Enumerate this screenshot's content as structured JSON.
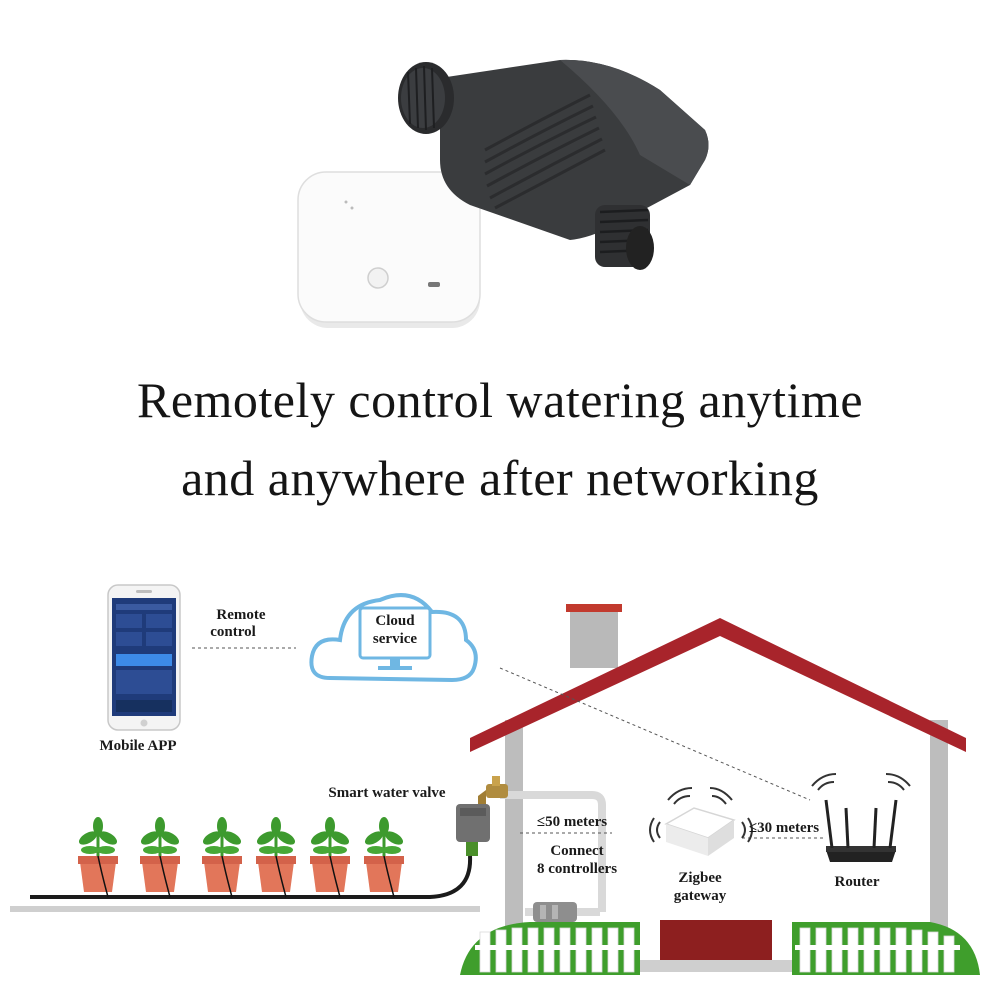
{
  "headline": {
    "line1": "Remotely control watering anytime",
    "line2": "and anywhere after networking"
  },
  "diagram": {
    "mobile_app": "Mobile APP",
    "remote_control_1": "Remote",
    "remote_control_2": "control",
    "cloud_1": "Cloud",
    "cloud_2": "service",
    "smart_valve": "Smart water valve",
    "distance_valve": "≤50 meters",
    "connect_1": "Connect",
    "connect_2": "8 controllers",
    "gateway_1": "Zigbee",
    "gateway_2": "gateway",
    "distance_router": "≤30 meters",
    "router": "Router"
  },
  "colors": {
    "roof": "#a8242b",
    "wall": "#bcbcbc",
    "cloud": "#6fb7e3",
    "grass": "#3f9e2c",
    "pot": "#e2765a",
    "leaf": "#3d9a2e",
    "valve": "#707070",
    "app_screen": "#1f3b7a"
  }
}
